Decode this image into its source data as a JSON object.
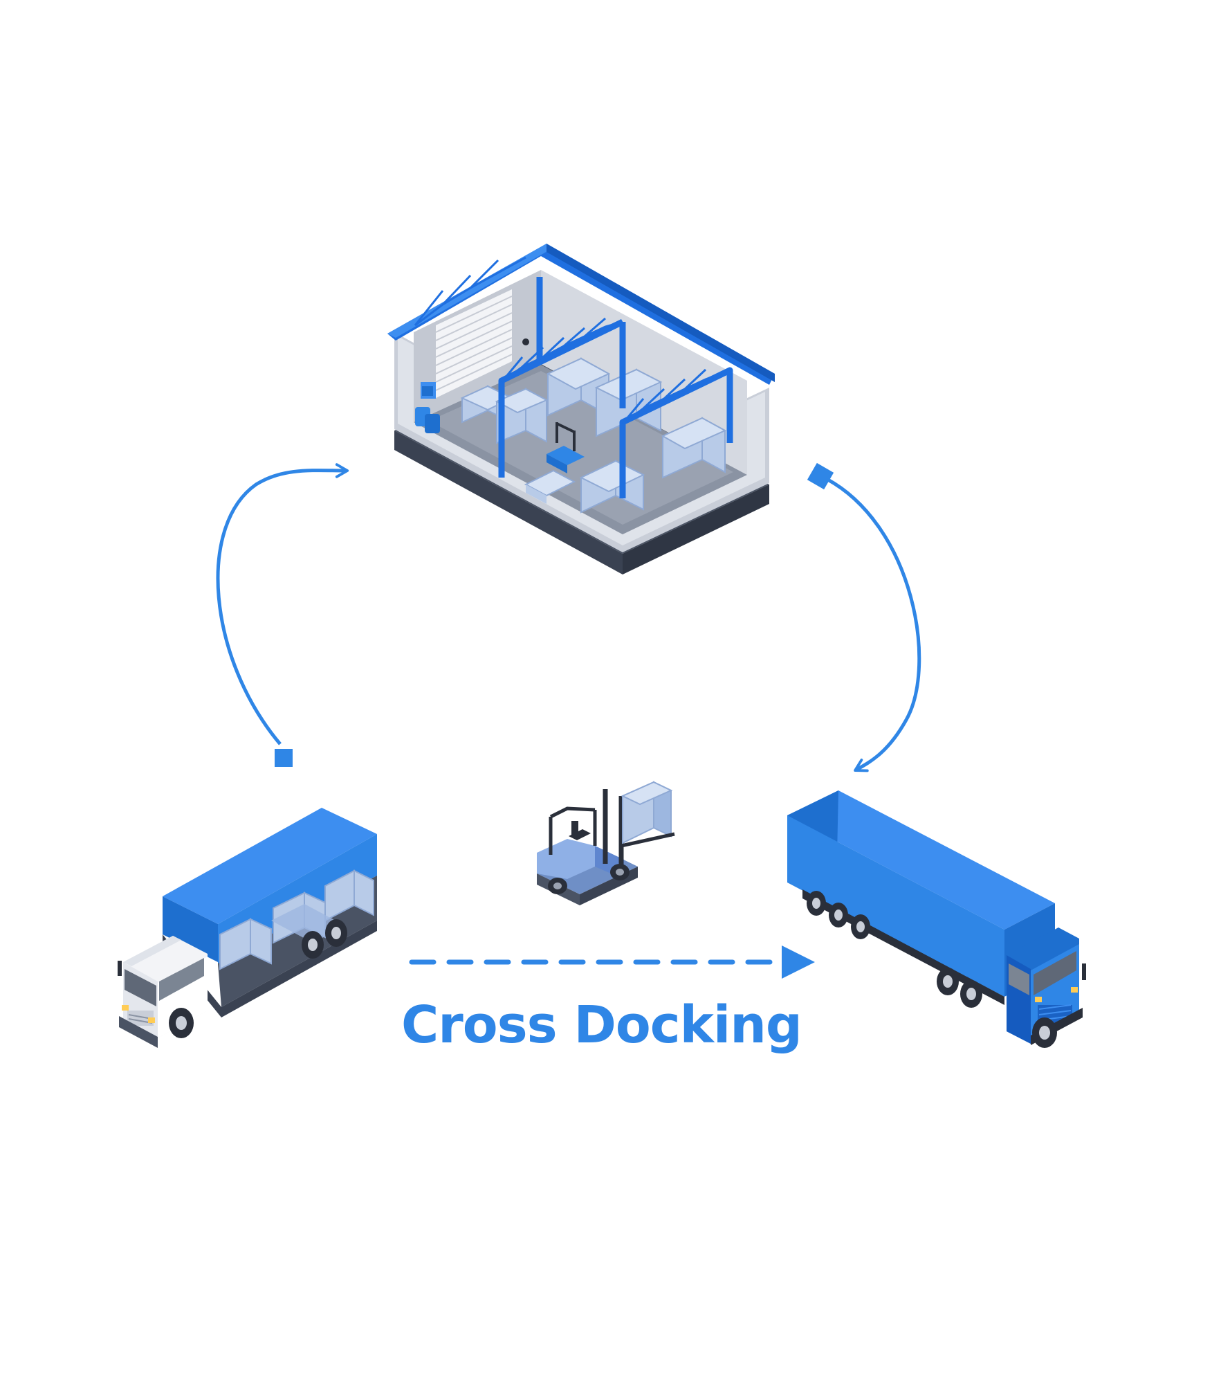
{
  "caption": "Cross Docking",
  "colors": {
    "accent": "#2f86e6",
    "truck_blue": "#2f86e6",
    "truck_blue_dark": "#1e6fcf",
    "warehouse_blue": "#1f6fe0",
    "floor_gray": "#8a93a3"
  },
  "icons": {
    "warehouse": "warehouse-illustration",
    "inbound_truck": "inbound-truck-illustration",
    "outbound_truck": "outbound-truck-illustration",
    "forklift": "forklift-illustration"
  }
}
